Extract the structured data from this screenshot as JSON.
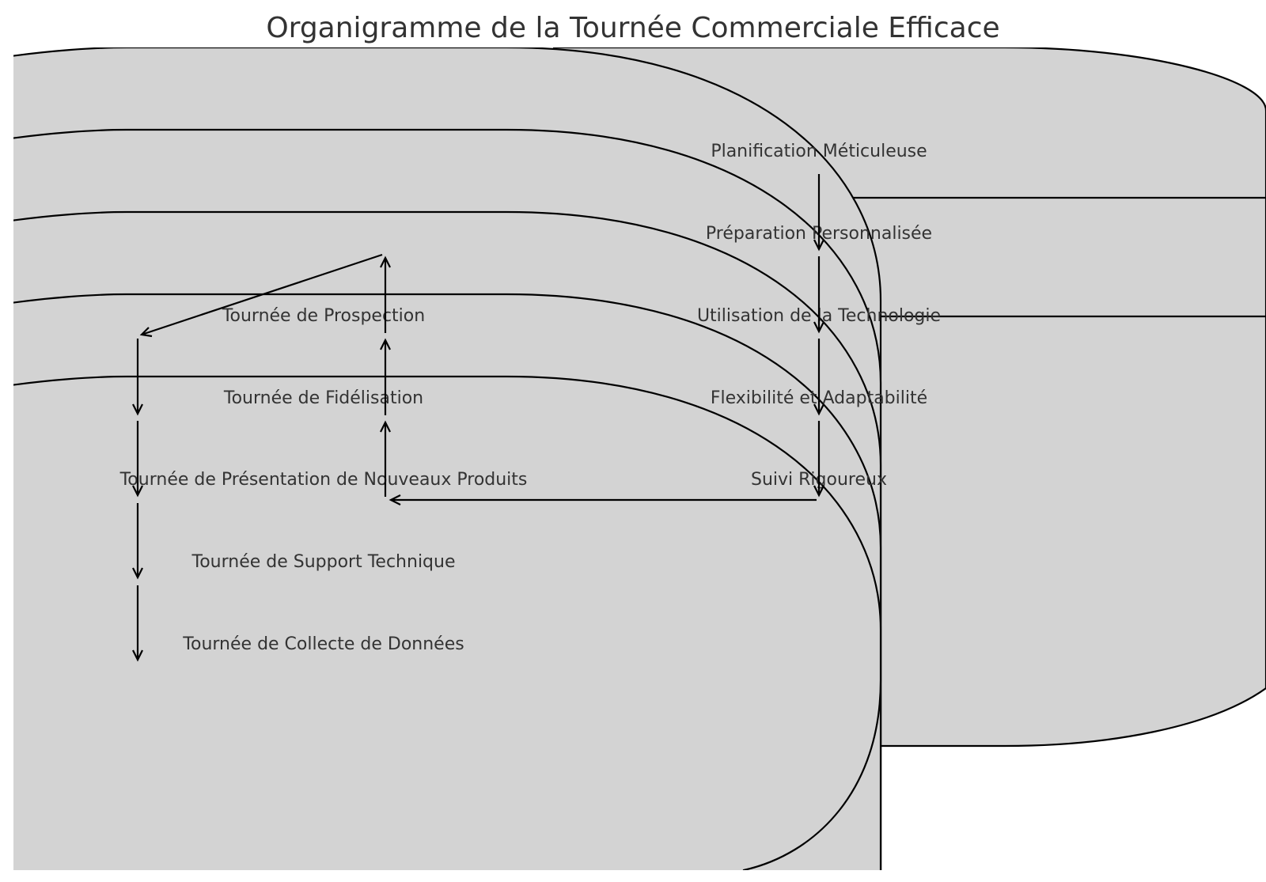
{
  "title": "Organigramme de la Tournée Commerciale Efficace",
  "tours": [
    "Tournée de Prospection",
    "Tournée de Fidélisation",
    "Tournée de Présentation de Nouveaux Produits",
    "Tournée de Support Technique",
    "Tournée de Collecte de Données"
  ],
  "principles": [
    "Planification Méticuleuse",
    "Préparation Personnalisée",
    "Utilisation de la Technologie",
    "Flexibilité et Adaptabilité",
    "Suivi Rigoureux"
  ],
  "colors": {
    "box_fill": "#d3d3d3",
    "box_stroke": "#000000",
    "text": "#333333",
    "arrow": "#000000"
  }
}
